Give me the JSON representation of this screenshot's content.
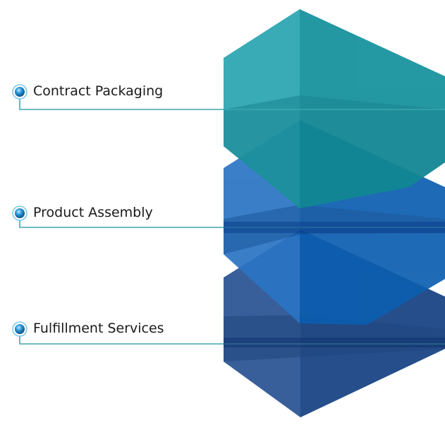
{
  "items": [
    {
      "label": "Contract Packaging",
      "color": "#1E9AA3"
    },
    {
      "label": "Product Assembly",
      "color": "#1C6DBA"
    },
    {
      "label": "Fulfillment Services",
      "color": "#1D4C8E"
    }
  ],
  "connector_color": "#3FA6AE",
  "marker_color": "#1E86C6"
}
